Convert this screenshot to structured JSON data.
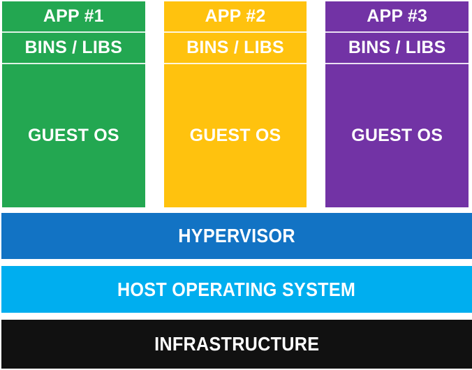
{
  "diagram": {
    "background_color": "#FFFFFF",
    "divider_color": "#FFFFFF",
    "text_color": "#FFFFFF",
    "columns": [
      {
        "app_label": "APP #1",
        "bins_label": "BINS / LIBS",
        "guest_label": "GUEST OS",
        "color": "#23A751"
      },
      {
        "app_label": "APP #2",
        "bins_label": "BINS / LIBS",
        "guest_label": "GUEST OS",
        "color": "#FFC20E"
      },
      {
        "app_label": "APP #3",
        "bins_label": "BINS / LIBS",
        "guest_label": "GUEST OS",
        "color": "#7233A5"
      }
    ],
    "layers": [
      {
        "label": "HYPERVISOR",
        "color": "#1273C4"
      },
      {
        "label": "HOST OPERATING SYSTEM",
        "color": "#00AEEF"
      },
      {
        "label": "INFRASTRUCTURE",
        "color": "#111111"
      }
    ]
  }
}
